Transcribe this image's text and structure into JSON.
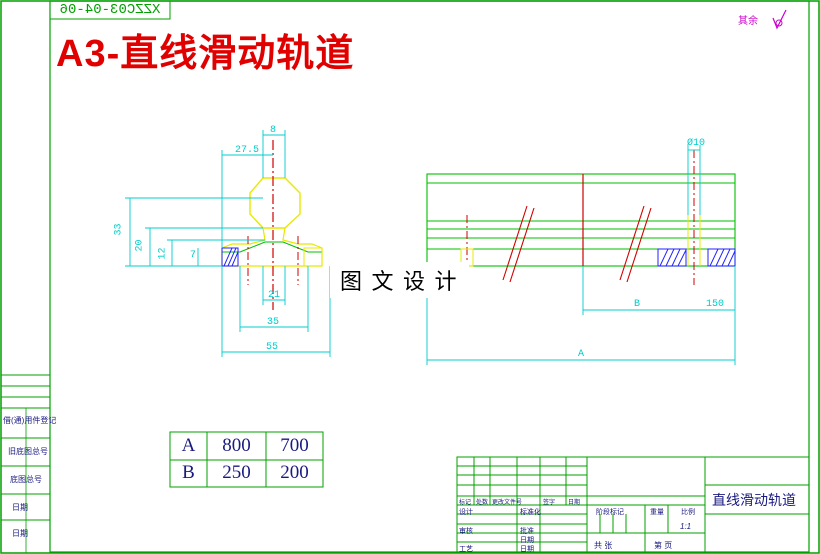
{
  "drawing": {
    "code_mirrored": "XZZC03-04-06",
    "title": "A3-直线滑动轨道",
    "corner_note": "其余",
    "watermark": "图 文 设 计"
  },
  "colors": {
    "frame": "#00a000",
    "dimension": "#00cccc",
    "centerline": "#d00000",
    "title_red": "#e00000",
    "hatch": "#2222ff",
    "yellow": "#e8e800",
    "table_text": "#1a1a80"
  },
  "dimensions": {
    "top_width": "8",
    "top_offset": "27.5",
    "height_total": "33",
    "height_mid": "20",
    "height_small": "12",
    "height_base": "7",
    "inner_width": "21",
    "mid_width": "35",
    "outer_width": "55",
    "diameter": "Ø10",
    "len_b": "B",
    "len_150": "150",
    "len_a": "A"
  },
  "param_table": {
    "rows": [
      [
        "A",
        "800",
        "700"
      ],
      [
        "B",
        "250",
        "200"
      ]
    ]
  },
  "left_block": {
    "labels": [
      "借(通)用件登记",
      "旧底图总号",
      "底图总号",
      "日期",
      "日期"
    ]
  },
  "title_block": {
    "name": "直线滑动轨道",
    "row_labels": [
      "标记",
      "处数",
      "更改文件号",
      "签字",
      "日期"
    ],
    "left_labels": [
      "设计",
      "审核",
      "工艺"
    ],
    "mid_labels": [
      "标准化",
      "批准",
      "日期",
      "日期"
    ],
    "stage_labels": [
      "阶段标记",
      "重量",
      "比例"
    ],
    "scale": "1:1",
    "sheets_total": "共 张",
    "sheet_no": "第 页"
  }
}
